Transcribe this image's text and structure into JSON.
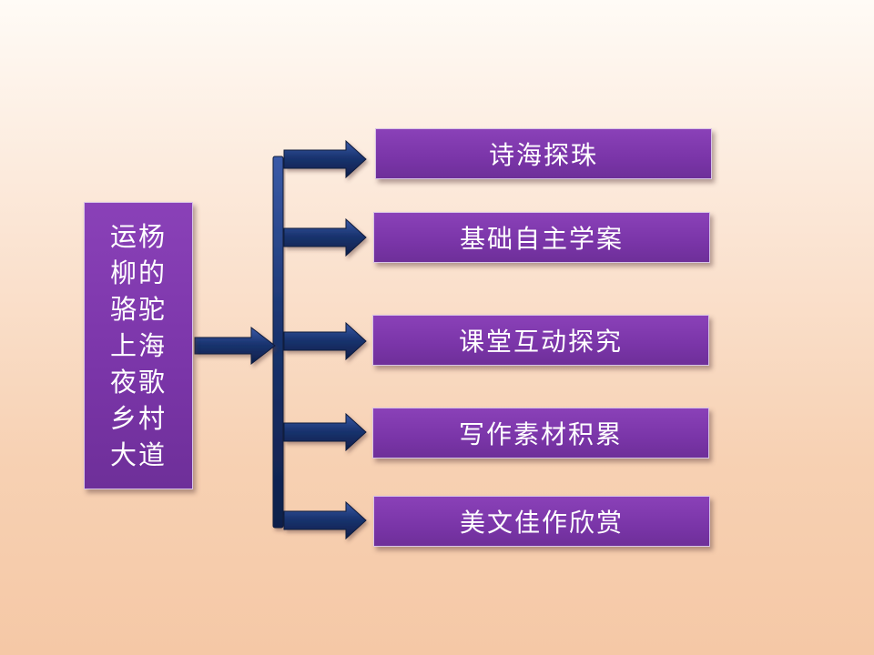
{
  "main_topic": {
    "lines": [
      "运杨",
      "柳的",
      "骆驼",
      "上海",
      "夜歌",
      "乡村",
      "大道"
    ]
  },
  "branches": [
    {
      "label": "诗海探珠"
    },
    {
      "label": "基础自主学案"
    },
    {
      "label": "课堂互动探究"
    },
    {
      "label": "写作素材积累"
    },
    {
      "label": "美文佳作欣赏"
    }
  ],
  "colors": {
    "box_fill": "#7a35a8",
    "arrow_fill": "#1a3470",
    "arrow_outline": "#0d1a3c"
  }
}
